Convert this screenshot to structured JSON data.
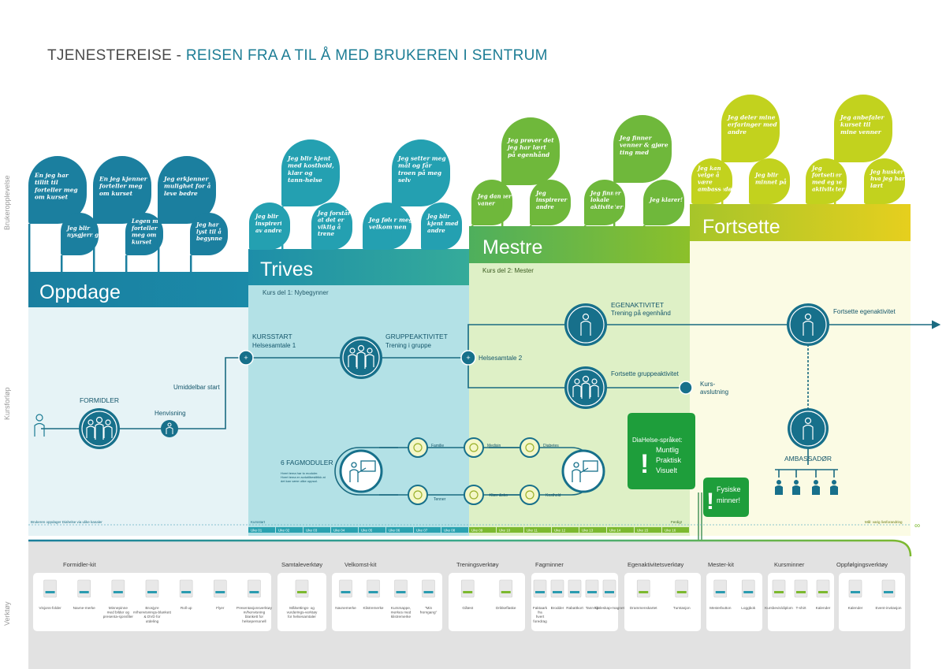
{
  "title": {
    "main": "TJENESTEREISE",
    "sep": " - ",
    "sub": "REISEN FRA A TIL Å MED BRUKEREN I SENTRUM"
  },
  "side_labels": {
    "experience": "Brukeropplevelse",
    "course": "Kursforløp",
    "tools": "Verktøy"
  },
  "colors": {
    "oppdage": "#1b84a2",
    "trives": "#2aa2b0",
    "mestre": "#7cb92f",
    "fortsette": "#d4d21e",
    "dark_teal": "#0f5f77",
    "green_box": "#1e9e3b"
  },
  "phases": [
    {
      "name": "Oppdage"
    },
    {
      "name": "Trives",
      "subtitle": "Kurs del 1:  Nybegynner"
    },
    {
      "name": "Mestre",
      "subtitle": "Kurs del 2:  Mester"
    },
    {
      "name": "Fortsette"
    }
  ],
  "bubbles": {
    "oppdage": [
      "En jeg har tillit til forteller meg om kurset",
      "Jeg blir nysgjerrig",
      "En jeg kjenner forteller meg om kurset",
      "Legen min forteller meg om kurset",
      "Jeg erkjenner mulighet for å leve bedre",
      "Jeg har lyst til å begynne"
    ],
    "trives": [
      "Jeg blir inspirert av andre",
      "Jeg blir kjent med kosthold, klær og tann-helse",
      "Jeg forstår at det er viktig å trene",
      "Jeg føler meg velkommen",
      "Jeg setter meg mål og får troen på meg selv",
      "Jeg blir kjent med andre"
    ],
    "mestre": [
      "Jeg danner vaner",
      "Jeg prøver det jeg har lært på egenhånd",
      "Jeg inspirerer andre",
      "Jeg finner lokale aktiviteter",
      "Jeg finner venner & gjøre ting med",
      "Jeg klarer!"
    ],
    "fortsette": [
      "Jeg kan velge å være ambassadør",
      "Jeg deler mine erfaringer med andre",
      "Jeg blir minnet på",
      "Jeg fortsetter med egne aktiviteter",
      "Jeg anbefaler kurset til mine venner",
      "Jeg husker hva jeg har lært"
    ]
  },
  "flow": {
    "formidler": "FORMIDLER",
    "henvisning": "Henvisning",
    "umiddelbar_start": "Umiddelbar start",
    "kursstart": "KURSSTART",
    "helsesamtale1": "Helsesamtale 1",
    "gruppeaktivitet": "GRUPPEAKTIVITET",
    "trening_i_gruppe": "Trening i gruppe",
    "helsesamtale2": "Helsesamtale 2",
    "egenaktivitet": "EGENAKTIVITET",
    "trening_egenhand": "Trening på egenhånd",
    "fortsette_gruppe": "Fortsette gruppeaktivitet",
    "kursavslutning_1": "Kurs-",
    "kursavslutning_2": "avslutning",
    "fortsette_egen": "Fortsette egenaktivitet",
    "ambassador": "AMBASSADØR",
    "fagmoduler": "6 FAGMODULER",
    "fagmoduler_desc": [
      "Hvert tema har to moduler.",
      "Hvert tema er avdutilbestiltikk at",
      "det kan være ulike oppsal."
    ],
    "modules_top": [
      "Familie",
      "Medisin",
      "Diabetes"
    ],
    "modules_bottom": [
      "Tenner",
      "Klær &sko",
      "Kosthold"
    ],
    "diahelse_title": "DiaHelse-språket:",
    "diahelse_items": [
      "Muntlig",
      "Praktisk",
      "Visuelt"
    ],
    "fysiske_1": "Fysiske",
    "fysiske_2": "minner!"
  },
  "timeline": {
    "start_label": "Brukeren oppdager Diahelse via ulike kanaler",
    "kursstart": "Kursstart",
    "ferdig": "Ferdig!",
    "end_label": "Mål: varig livsforandring",
    "weeks": [
      "Uke 01",
      "Uke 02",
      "Uke 03",
      "Uke 04",
      "Uke 05",
      "Uke 06",
      "Uke 07",
      "Uke 08",
      "Uke 09",
      "Uke 10",
      "Uke 11",
      "Uke 12",
      "Uke 13",
      "Uke 14",
      "Uke 15",
      "Uke 16"
    ]
  },
  "tool_groups": [
    {
      "title": "Formidler-kit",
      "items": [
        "Visjons-folder",
        "Navne-merke",
        "Minnepinne med bilder og presenta-sjonsfiler",
        "Brosjyre m/henvisnings-blankett & DVD for utdeling",
        "Roll up",
        "Flyer",
        "Presentasjonsverktøy m/henvisning blankett for helsepersonell"
      ]
    },
    {
      "title": "Samtaleverktøy",
      "items": [
        "Målsettings- og vurderings-verktøy for helsesamtaler"
      ]
    },
    {
      "title": "Velkomst-kit",
      "items": [
        "Navnemerke",
        "Klistremerke",
        "Kursmappe, merkes med klistremerke",
        "\"Min fremgang\""
      ]
    },
    {
      "title": "Treningsverktøy",
      "items": [
        "Gåtest",
        "Drikkeflaske"
      ]
    },
    {
      "title": "Fagminner",
      "items": [
        "Faktaark fra hvert foredrag",
        "Brodder",
        "Rabattkort",
        "Tann-kit",
        "Kjøleskap-magnet"
      ]
    },
    {
      "title": "Egenaktivitetsverktøy",
      "items": [
        "Drammenskartet",
        "Turstasjon"
      ]
    },
    {
      "title": "Mester-kit",
      "items": [
        "Mesterbutton",
        "Loggbok"
      ]
    },
    {
      "title": "Kursminner",
      "items": [
        "Kursbevis/diplom",
        "T-shirt",
        "Kalender"
      ]
    },
    {
      "title": "Oppfølgingsverktøy",
      "items": [
        "Kalender",
        "Event-invitasjon"
      ]
    }
  ]
}
